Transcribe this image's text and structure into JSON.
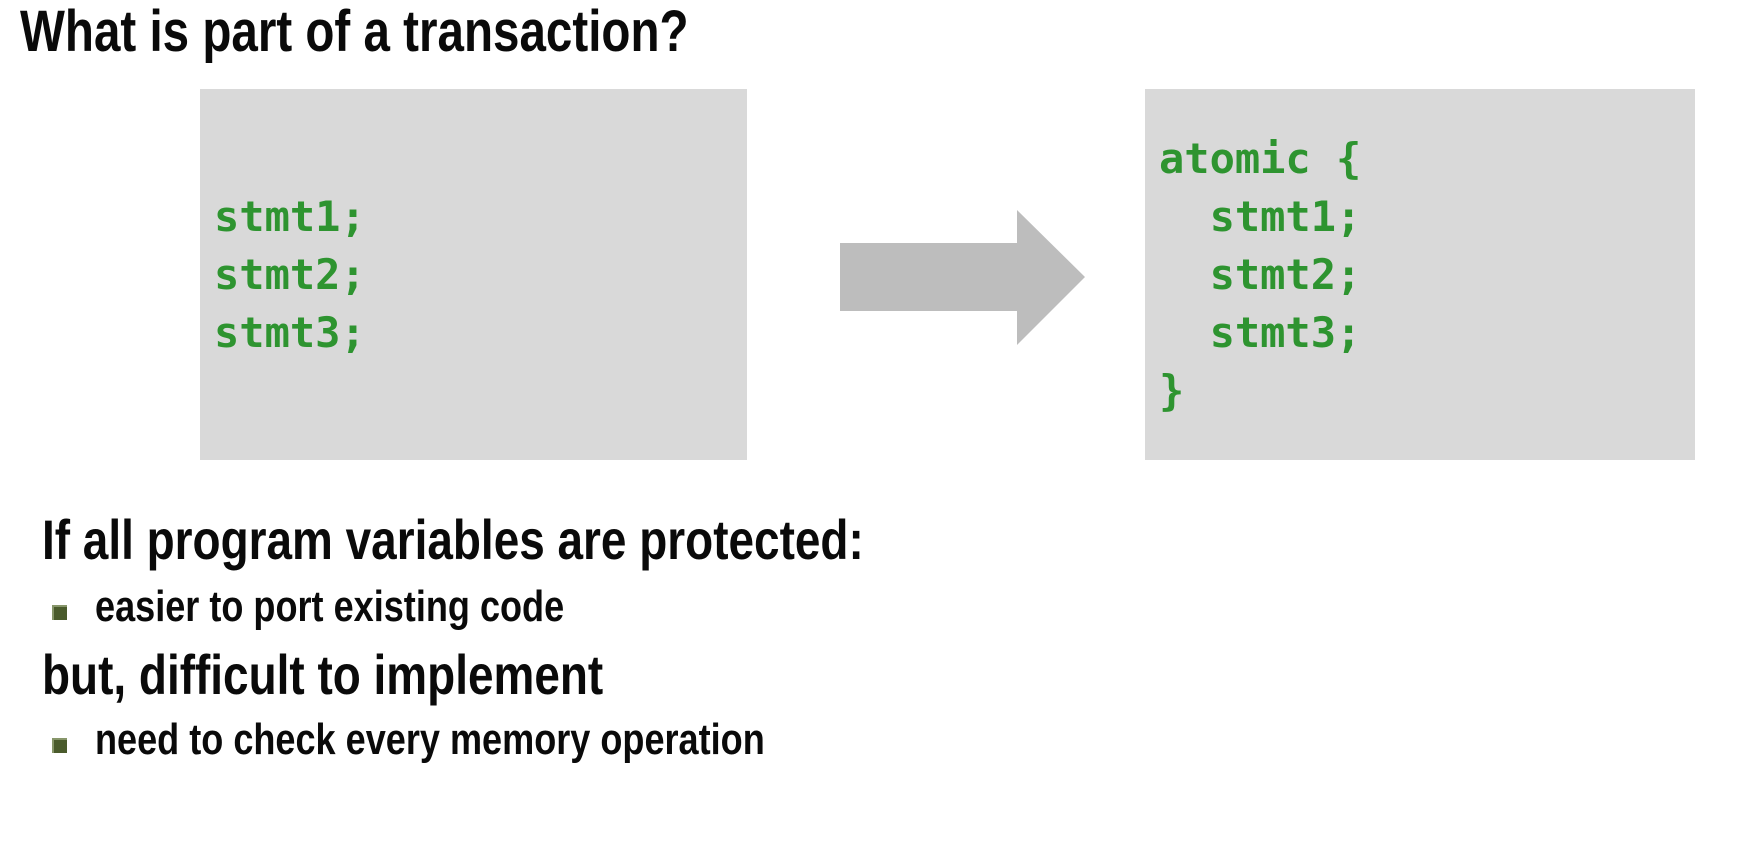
{
  "slide": {
    "title": "What is part of a transaction?",
    "code_before": "stmt1;\nstmt2;\nstmt3;",
    "code_after": "atomic {\n  stmt1;\n  stmt2;\n  stmt3;\n}",
    "arrow_icon": "right-arrow-icon",
    "body": {
      "heading1": "If all program variables are protected:",
      "bullet1": "easier to port existing code",
      "heading2": "but, difficult to implement",
      "bullet2": "need to check every memory operation"
    },
    "colors": {
      "code_green": "#2e9430",
      "box_gray": "#d9d9d9",
      "arrow_gray": "#bdbdbd",
      "bullet_square_green": "#4a5b2c",
      "text_black": "#0a0a0a",
      "background": "#ffffff"
    }
  }
}
